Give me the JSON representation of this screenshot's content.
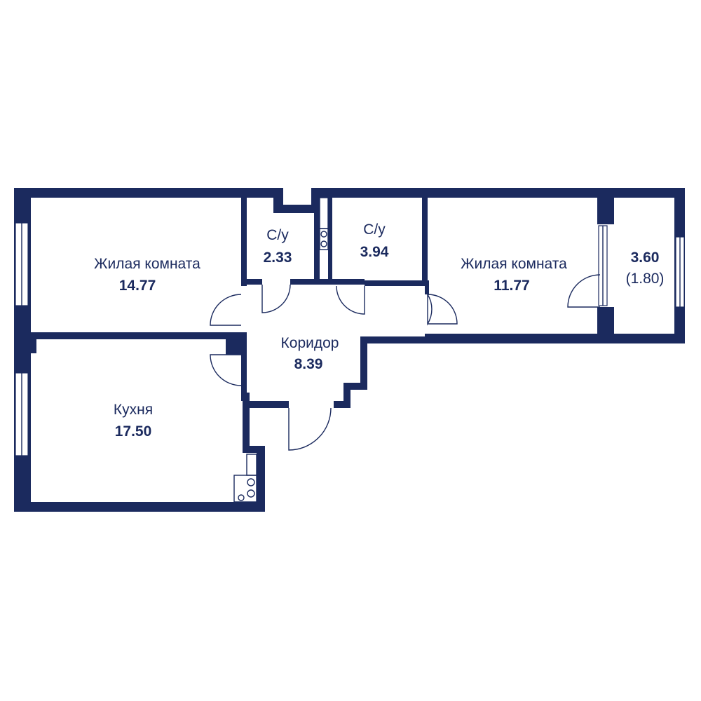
{
  "plan": {
    "rooms": [
      {
        "id": "living1",
        "name": "Жилая комната",
        "area": "14.77"
      },
      {
        "id": "wc1",
        "name": "С/у",
        "area": "2.33"
      },
      {
        "id": "wc2",
        "name": "С/у",
        "area": "3.94"
      },
      {
        "id": "living2",
        "name": "Жилая комната",
        "area": "11.77"
      },
      {
        "id": "balcony",
        "area": "3.60",
        "area_reduced": "(1.80)"
      },
      {
        "id": "corridor",
        "name": "Коридор",
        "area": "8.39"
      },
      {
        "id": "kitchen",
        "name": "Кухня",
        "area": "17.50"
      }
    ],
    "colors": {
      "wall": "#1b2a5e",
      "background": "#ffffff"
    }
  }
}
